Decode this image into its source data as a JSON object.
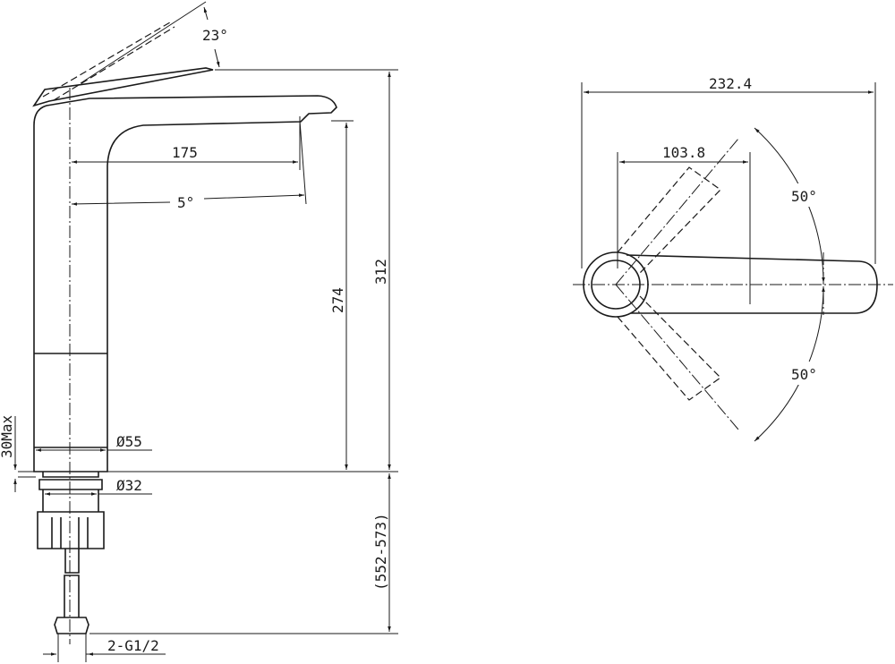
{
  "side_view": {
    "handle_angle": "23°",
    "spout_reach": "175",
    "spout_angle": "5°",
    "spout_height": "274",
    "total_height": "312",
    "body_diameter": "Ø55",
    "thread_diameter": "Ø32",
    "max_counter_thickness": "30Max",
    "hose_length": "(552-573)",
    "hose_connection": "2-G1/2"
  },
  "top_view": {
    "total_length": "232.4",
    "handle_length": "103.8",
    "rotation_angle_up": "50°",
    "rotation_angle_down": "50°"
  }
}
